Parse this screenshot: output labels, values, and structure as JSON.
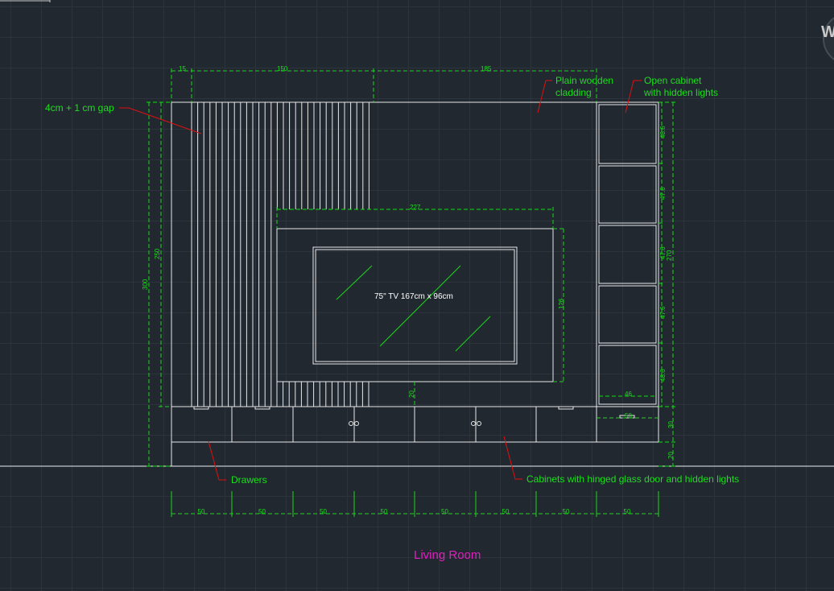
{
  "watermark": "W",
  "annotations": {
    "slat_gap": "4cm + 1 cm gap",
    "plain_cladding_1": "Plain wooden",
    "plain_cladding_2": "cladding",
    "open_cabinet_1": "Open cabinet",
    "open_cabinet_2": "with hidden lights",
    "drawers": "Drawers",
    "glass_cabinets": "Cabinets with hinged glass door and hidden lights"
  },
  "tv_label": "75\" TV 167cm x 96cm",
  "room_title": "Living Room",
  "dimensions": {
    "top_15": "15",
    "top_150": "150",
    "top_185": "185",
    "tv_width": "227",
    "height_300": "300",
    "height_250": "250",
    "tv_height": "126",
    "gap_20": "20",
    "right_270": "270",
    "shelf_1": "48.6",
    "shelf_2": "47.6",
    "shelf_3": "47.6",
    "shelf_4": "47.6",
    "shelf_5": "48.6",
    "cab_46": "46",
    "cab_50": "50",
    "right_30": "30",
    "right_20": "20",
    "bottom": [
      "50",
      "50",
      "50",
      "50",
      "50",
      "50",
      "50",
      "50"
    ]
  }
}
